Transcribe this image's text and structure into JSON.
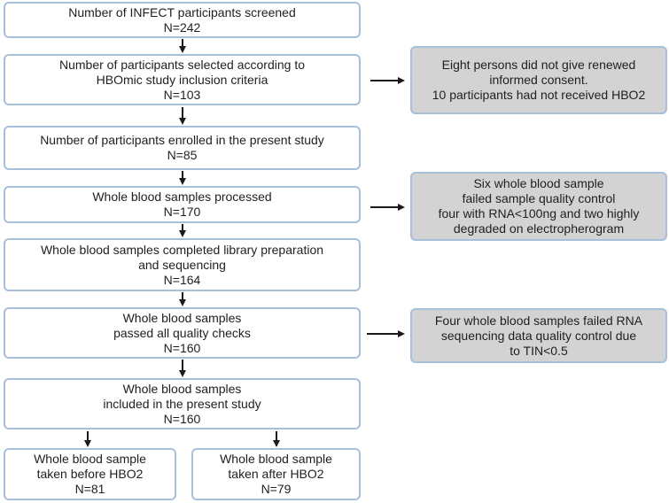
{
  "boxes": {
    "screened": [
      "Number of INFECT participants screened",
      "N=242"
    ],
    "selected": [
      "Number of participants selected according to",
      "HBOmic study inclusion criteria",
      "N=103"
    ],
    "enrolled": [
      "Number of participants enrolled in the present study",
      "N=85"
    ],
    "processed": [
      "Whole blood samples processed",
      "N=170"
    ],
    "library": [
      "Whole blood samples completed library preparation",
      "and sequencing",
      "N=164"
    ],
    "passed": [
      "Whole blood samples",
      "passed all quality checks",
      "N=160"
    ],
    "included": [
      "Whole blood samples",
      "included in the present study",
      "N=160"
    ],
    "before": [
      "Whole blood sample",
      "taken before HBO2",
      "N=81"
    ],
    "after": [
      "Whole blood sample",
      "taken after HBO2",
      "N=79"
    ]
  },
  "exclusions": {
    "consent": [
      "Eight persons did not give renewed",
      "informed consent.",
      "10 participants had not received HBO2"
    ],
    "sample_qc": [
      "Six whole blood sample",
      "failed sample quality control",
      "four with RNA<100ng and two highly",
      "degraded on electropherogram"
    ],
    "seq_qc": [
      "Four whole blood samples failed RNA",
      "sequencing data quality control due",
      "to TIN<0.5"
    ]
  },
  "colors": {
    "box_border": "#a7bfdb",
    "exclusion_fill": "#d3d3d3",
    "arrow": "#1a1a1a"
  }
}
